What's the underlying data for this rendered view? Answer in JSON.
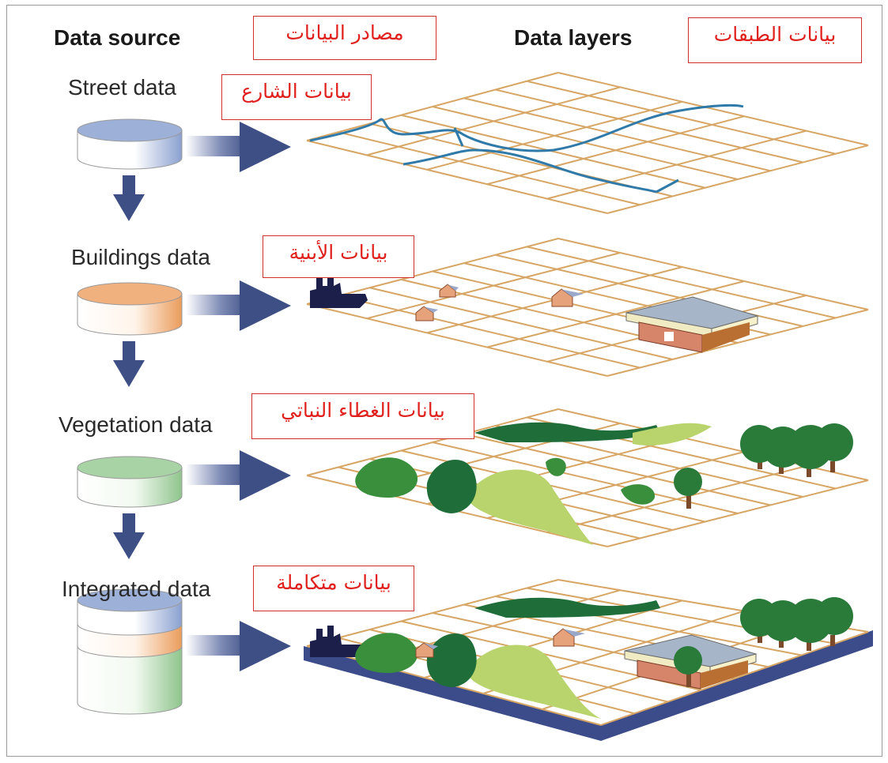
{
  "headers": {
    "source": "Data source",
    "source_ar": "مصادر البيانات",
    "layers": "Data layers",
    "layers_ar": "بيانات الطبقات"
  },
  "sources": [
    {
      "label": "Street data",
      "label_ar": "بيانات الشارع",
      "color": "#8aa0cf"
    },
    {
      "label": "Buildings data",
      "label_ar": "بيانات الأبنية",
      "color": "#ea9c5c"
    },
    {
      "label": "Vegetation data",
      "label_ar": "بيانات الغطاء النباتي",
      "color": "#8fc48d"
    },
    {
      "label": "Integrated data",
      "label_ar": "بيانات متكاملة",
      "color": "#8aa0cf"
    }
  ],
  "colors": {
    "grid": "#d7a665",
    "arrow": "#3d4f84",
    "street": "#2f7aa8",
    "tree_dark": "#1f6e3a",
    "tree_mid": "#3a8f3c",
    "tree_light": "#b9d46d",
    "base": "#3c4b8a",
    "label_red": "#e0201c"
  }
}
